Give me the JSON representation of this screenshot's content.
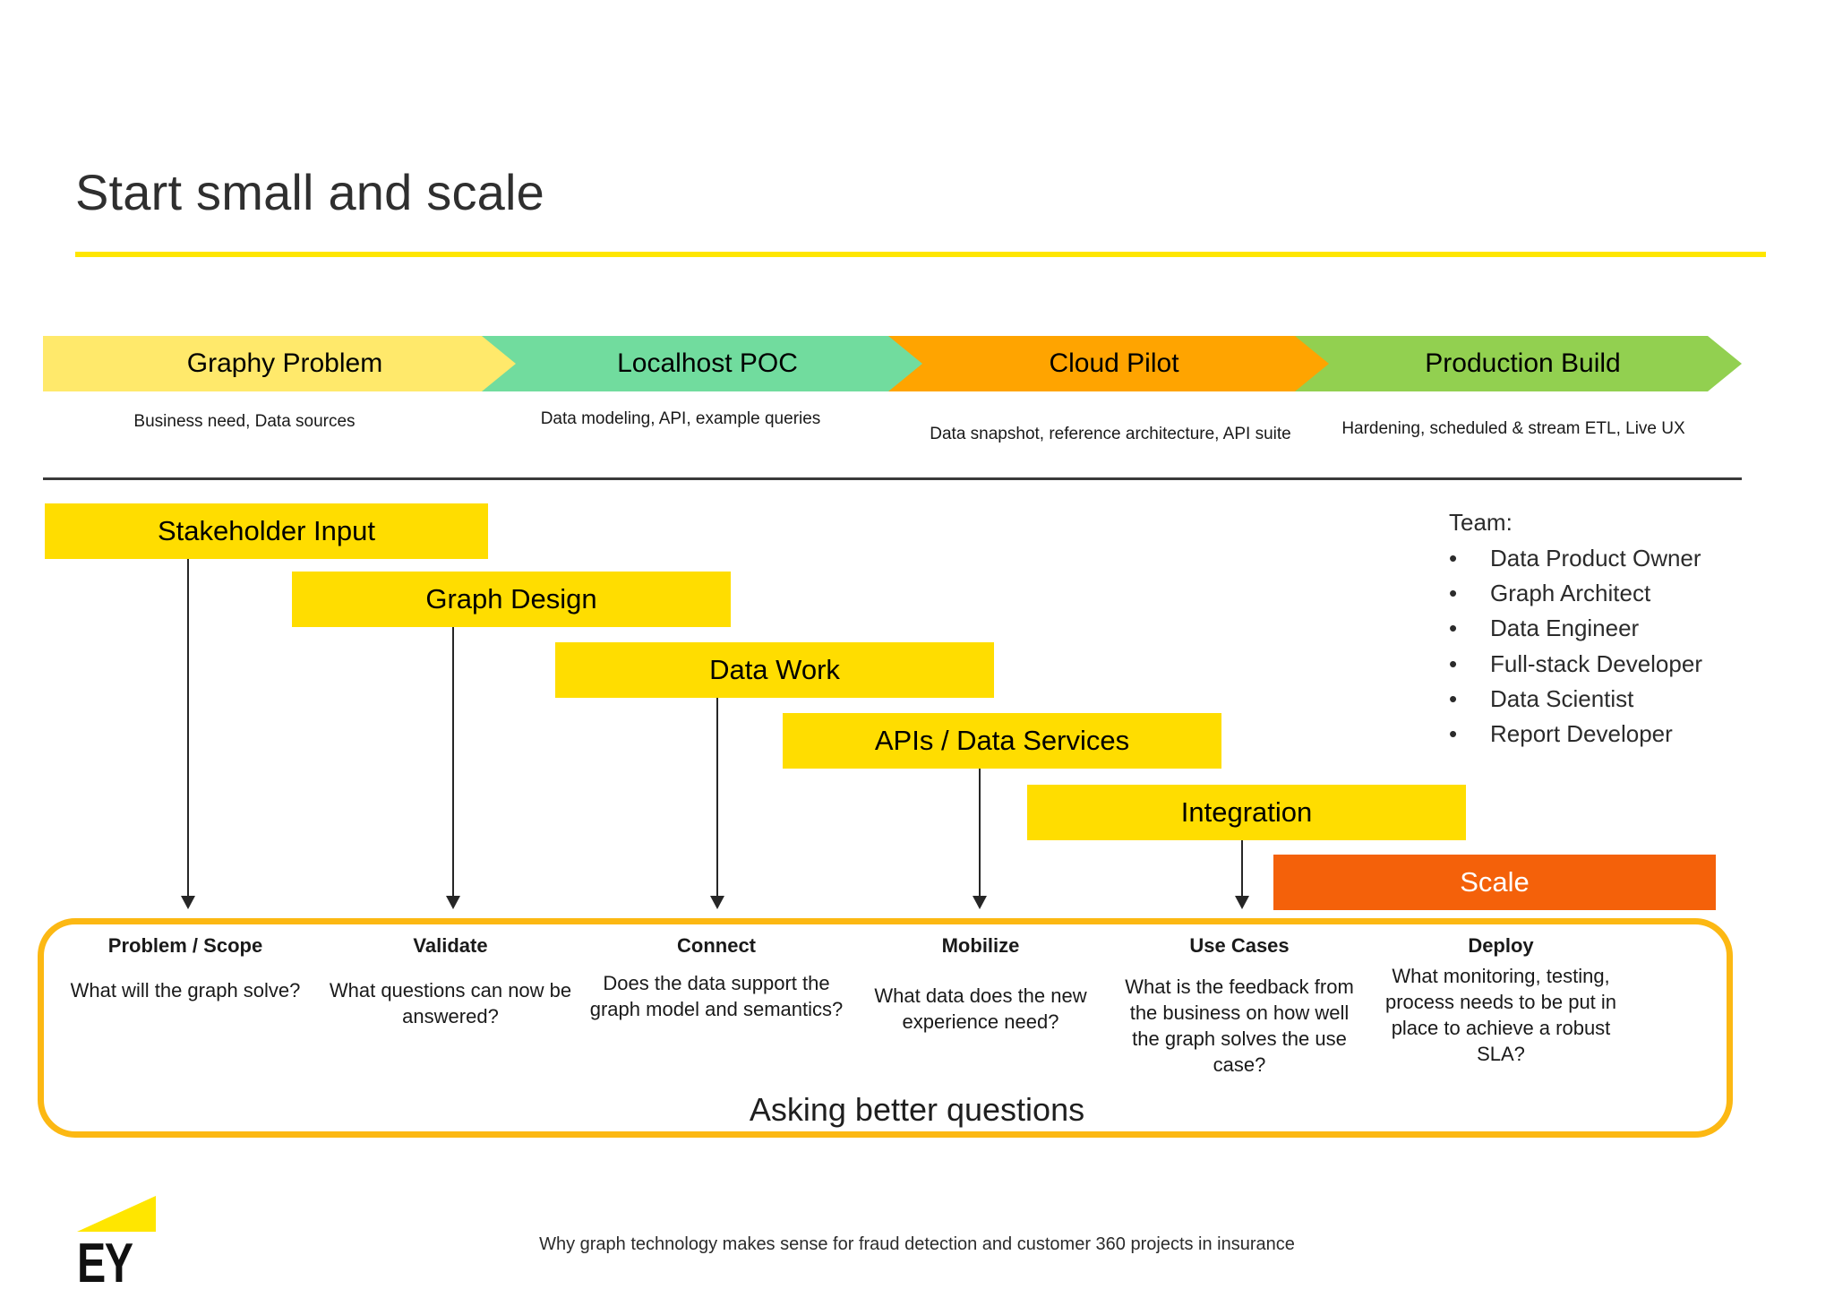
{
  "slide": {
    "title": "Start small and scale",
    "accent_color": "#ffe600",
    "bar_color": "#ffdd00",
    "scale_color": "#f4610a",
    "box_border_color": "#fcb813"
  },
  "stages": [
    {
      "label": "Graphy Problem",
      "caption": "Business need, Data sources",
      "color": "#ffe96b"
    },
    {
      "label": "Localhost POC",
      "caption": "Data modeling, API, example queries",
      "color": "#71dc9e"
    },
    {
      "label": "Cloud Pilot",
      "caption": "Data snapshot, reference architecture, API suite",
      "color": "#ffa400"
    },
    {
      "label": "Production Build",
      "caption": "Hardening, scheduled & stream ETL, Live UX",
      "color": "#92d050"
    }
  ],
  "workstreams": [
    {
      "label": "Stakeholder Input",
      "type": "standard"
    },
    {
      "label": "Graph Design",
      "type": "standard"
    },
    {
      "label": "Data Work",
      "type": "standard"
    },
    {
      "label": "APIs / Data Services",
      "type": "standard"
    },
    {
      "label": "Integration",
      "type": "standard"
    },
    {
      "label": "Scale",
      "type": "highlight"
    }
  ],
  "team": {
    "title": "Team:",
    "bullet": "•",
    "members": [
      "Data Product Owner",
      "Graph Architect",
      "Data Engineer",
      "Full-stack Developer",
      "Data Scientist",
      "Report Developer"
    ]
  },
  "questions": {
    "footer": "Asking better questions",
    "columns": [
      {
        "head": "Problem / Scope",
        "body": "What will the graph solve?"
      },
      {
        "head": "Validate",
        "body": "What questions can now be answered?"
      },
      {
        "head": "Connect",
        "body": "Does the data support the graph model and semantics?"
      },
      {
        "head": "Mobilize",
        "body": "What data does the new experience need?"
      },
      {
        "head": "Use Cases",
        "body": "What is the feedback from the business on how well the graph solves the use case?"
      },
      {
        "head": "Deploy",
        "body": "What monitoring, testing, process needs to be put in place to achieve a robust SLA?"
      }
    ]
  },
  "footer": {
    "logo_text": "EY",
    "note": "Why graph technology makes sense for fraud detection and customer 360 projects in insurance"
  }
}
